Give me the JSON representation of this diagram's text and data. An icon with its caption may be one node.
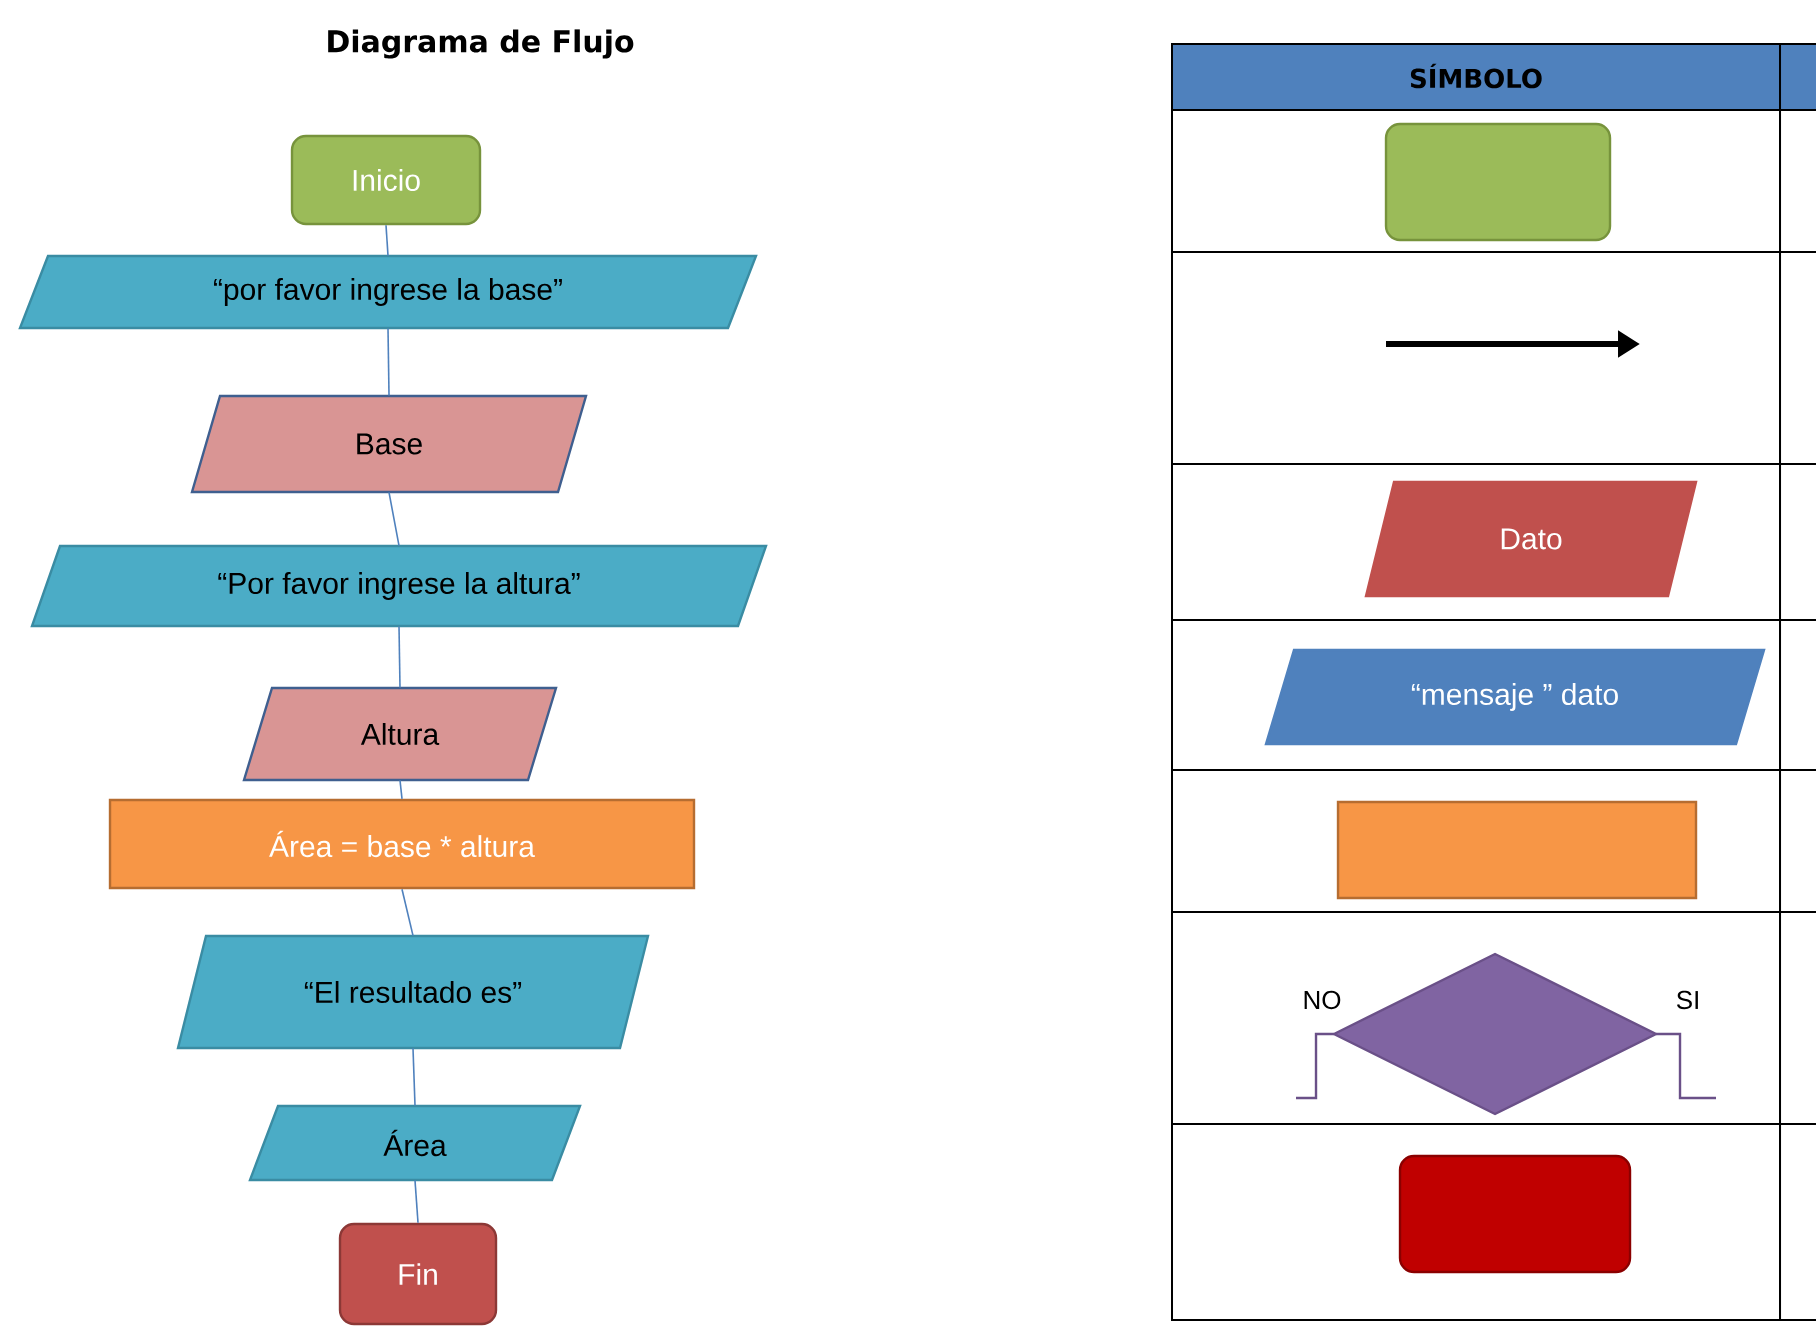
{
  "diagram": {
    "title": "Diagrama de Flujo",
    "nodes": [
      {
        "text": [
          "Inicio"
        ]
      },
      {
        "text": [
          "“por favor ingrese la base”"
        ]
      },
      {
        "text": [
          "Base"
        ]
      },
      {
        "text": [
          "“Por favor ingrese la altura”"
        ]
      },
      {
        "text": [
          "Altura"
        ]
      },
      {
        "text": [
          "Área = base * altura"
        ]
      },
      {
        "text": [
          "“El resultado es”"
        ]
      },
      {
        "text": [
          "Área"
        ]
      },
      {
        "text": [
          "Fin"
        ]
      },
      {
        "text": [],
        "shape": "box"
      },
      {
        "text": [
          "Dato"
        ]
      },
      {
        "text": [
          "“mensaje ” dato"
        ]
      },
      {
        "text": [],
        "shape": "box"
      },
      {
        "text": [],
        "shape": "diamond"
      },
      {
        "text": [],
        "shape": "box"
      }
    ],
    "edges": [
      {
        "from": 0,
        "to": 1,
        "arrow": "none"
      },
      {
        "from": 1,
        "to": 2,
        "arrow": "none"
      },
      {
        "from": 2,
        "to": 3,
        "arrow": "none"
      },
      {
        "from": 3,
        "to": 4,
        "arrow": "none"
      },
      {
        "from": 4,
        "to": 5,
        "arrow": "none"
      },
      {
        "from": 5,
        "to": 6,
        "arrow": "none"
      },
      {
        "from": 6,
        "to": 7,
        "arrow": "none"
      },
      {
        "from": 7,
        "to": 8,
        "arrow": "none"
      }
    ],
    "labels": [
      "SÍMBOLO",
      "NO",
      "SI"
    ]
  }
}
